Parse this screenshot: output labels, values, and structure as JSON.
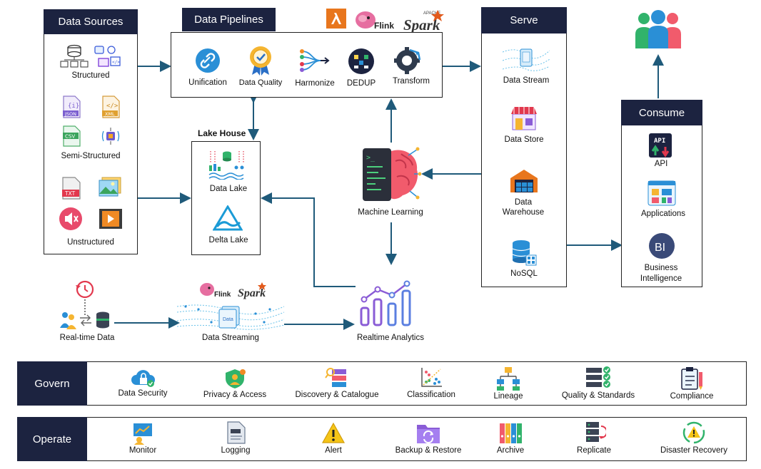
{
  "sections": {
    "data_sources": "Data Sources",
    "data_pipelines": "Data Pipelines",
    "serve": "Serve",
    "consume": "Consume",
    "lake_house": "Lake House"
  },
  "data_sources": {
    "structured": "Structured",
    "json": "JSON",
    "xml": "XML",
    "csv": "CSV",
    "semi_structured": "Semi-Structured",
    "txt": "TXT",
    "unstructured": "Unstructured"
  },
  "pipelines": {
    "unification": "Unification",
    "data_quality": "Data Quality",
    "harmonize": "Harmonize",
    "dedup": "DEDUP",
    "transform": "Transform",
    "flink": "Flink",
    "spark": "Spark",
    "apache": "APACHE"
  },
  "lake": {
    "data_lake": "Data Lake",
    "delta_lake": "Delta Lake"
  },
  "ml": {
    "machine_learning": "Machine Learning"
  },
  "serve": {
    "data_stream": "Data Stream",
    "data_store": "Data Store",
    "data_warehouse": "Data\nWarehouse",
    "nosql": "NoSQL"
  },
  "consume": {
    "api": "API",
    "api_badge": "API",
    "applications": "Applications",
    "bi_badge": "BI",
    "business_intelligence": "Business\nIntelligence"
  },
  "realtime": {
    "realtime_data": "Real-time Data",
    "flink": "Flink",
    "spark": "Spark",
    "data_streaming": "Data Streaming",
    "data_badge": "Data",
    "realtime_analytics": "Realtime Analytics"
  },
  "govern": {
    "title": "Govern",
    "items": [
      "Data Security",
      "Privacy & Access",
      "Discovery & Catalogue",
      "Classification",
      "Lineage",
      "Quality & Standards",
      "Compliance"
    ]
  },
  "operate": {
    "title": "Operate",
    "items": [
      "Monitor",
      "Logging",
      "Alert",
      "Backup & Restore",
      "Archive",
      "Replicate",
      "Disaster Recovery"
    ]
  },
  "colors": {
    "header_bg": "#1c2340",
    "arrow": "#1f5a7a",
    "accent_blue": "#2a8fd6",
    "accent_orange": "#f08a24",
    "accent_red": "#e2384d",
    "accent_green": "#31b36b"
  }
}
